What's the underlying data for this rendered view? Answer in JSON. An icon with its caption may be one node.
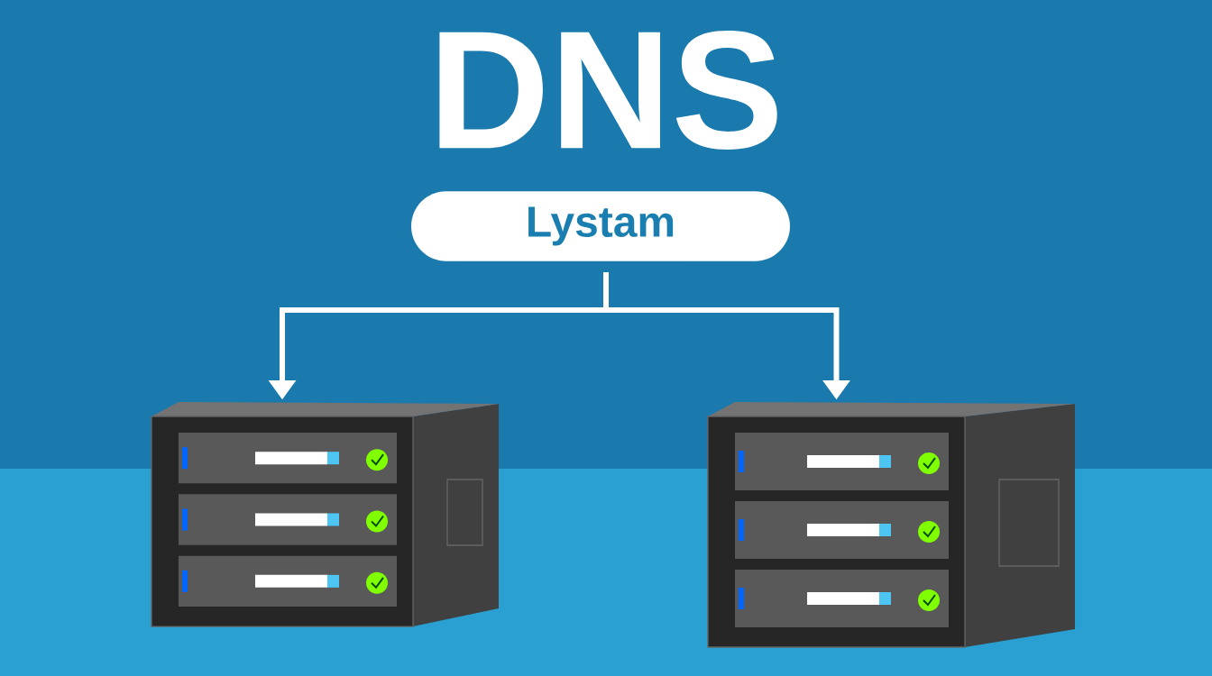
{
  "diagram": {
    "title": "DNS",
    "nodes": [
      {
        "text": [
          "Lystam"
        ]
      },
      {
        "text": [],
        "shape": "picture"
      },
      {
        "text": [],
        "shape": "picture"
      }
    ],
    "edges": [
      {
        "from": 0,
        "to": 1,
        "arrow": "to"
      },
      {
        "from": 0,
        "to": 2,
        "arrow": "to"
      }
    ]
  }
}
